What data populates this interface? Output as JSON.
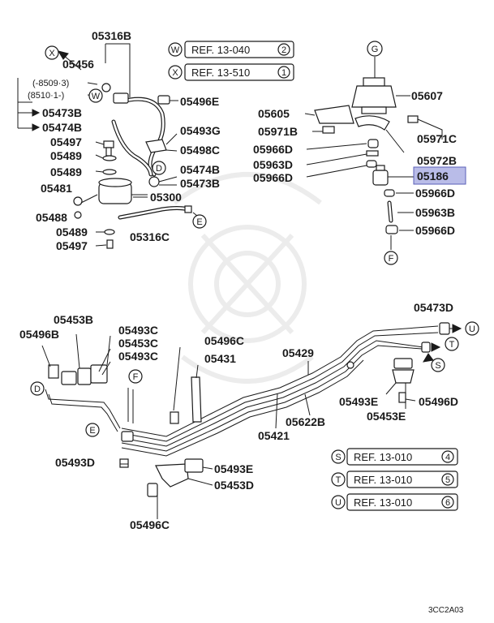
{
  "diagram_code": "3CC2A03",
  "highlight_color": "#b9bce8",
  "references": [
    {
      "letter": "W",
      "text": "REF. 13-040",
      "num": "2"
    },
    {
      "letter": "X",
      "text": "REF. 13-510",
      "num": "1"
    },
    {
      "letter": "S",
      "text": "REF. 13-010",
      "num": "4"
    },
    {
      "letter": "T",
      "text": "REF. 13-010",
      "num": "5"
    },
    {
      "letter": "U",
      "text": "REF. 13-010",
      "num": "6"
    }
  ],
  "callouts": [
    "X",
    "W",
    "D",
    "E",
    "G",
    "F",
    "D",
    "E",
    "F",
    "S",
    "T",
    "U"
  ],
  "ranges": [
    "(-8509·3)",
    "(8510·1-)"
  ],
  "parts": {
    "p05316B": "05316B",
    "p05456": "05456",
    "p05473B": "05473B",
    "p05474B": "05474B",
    "p05496E": "05496E",
    "p05493G": "05493G",
    "p05497a": "05497",
    "p05489a": "05489",
    "p05498C": "05498C",
    "p05489b": "05489",
    "p05474B2": "05474B",
    "p05473B2": "05473B",
    "p05481": "05481",
    "p05300": "05300",
    "p05488": "05488",
    "p05489c": "05489",
    "p05316C": "05316C",
    "p05497b": "05497",
    "p05607": "05607",
    "p05605": "05605",
    "p05971B": "05971B",
    "p05972B": "05972B",
    "p05971C": "05971C",
    "p05966Da": "05966D",
    "p05963Da": "05963D",
    "p05966Db": "05966D",
    "p05186": "05186",
    "p05966Dc": "05966D",
    "p05963B": "05963B",
    "p05966Dd": "05966D",
    "p05473D": "05473D",
    "p05453B": "05453B",
    "p05496B": "05496B",
    "p05493Ca": "05493C",
    "p05453C": "05453C",
    "p05493Cb": "05493C",
    "p05496Ca": "05496C",
    "p05431": "05431",
    "p05429": "05429",
    "p05493Ea": "05493E",
    "p05496D": "05496D",
    "p05453E": "05453E",
    "p05622B": "05622B",
    "p05421": "05421",
    "p05493D": "05493D",
    "p05493Eb": "05493E",
    "p05453D": "05453D",
    "p05496Cb": "05496C"
  }
}
